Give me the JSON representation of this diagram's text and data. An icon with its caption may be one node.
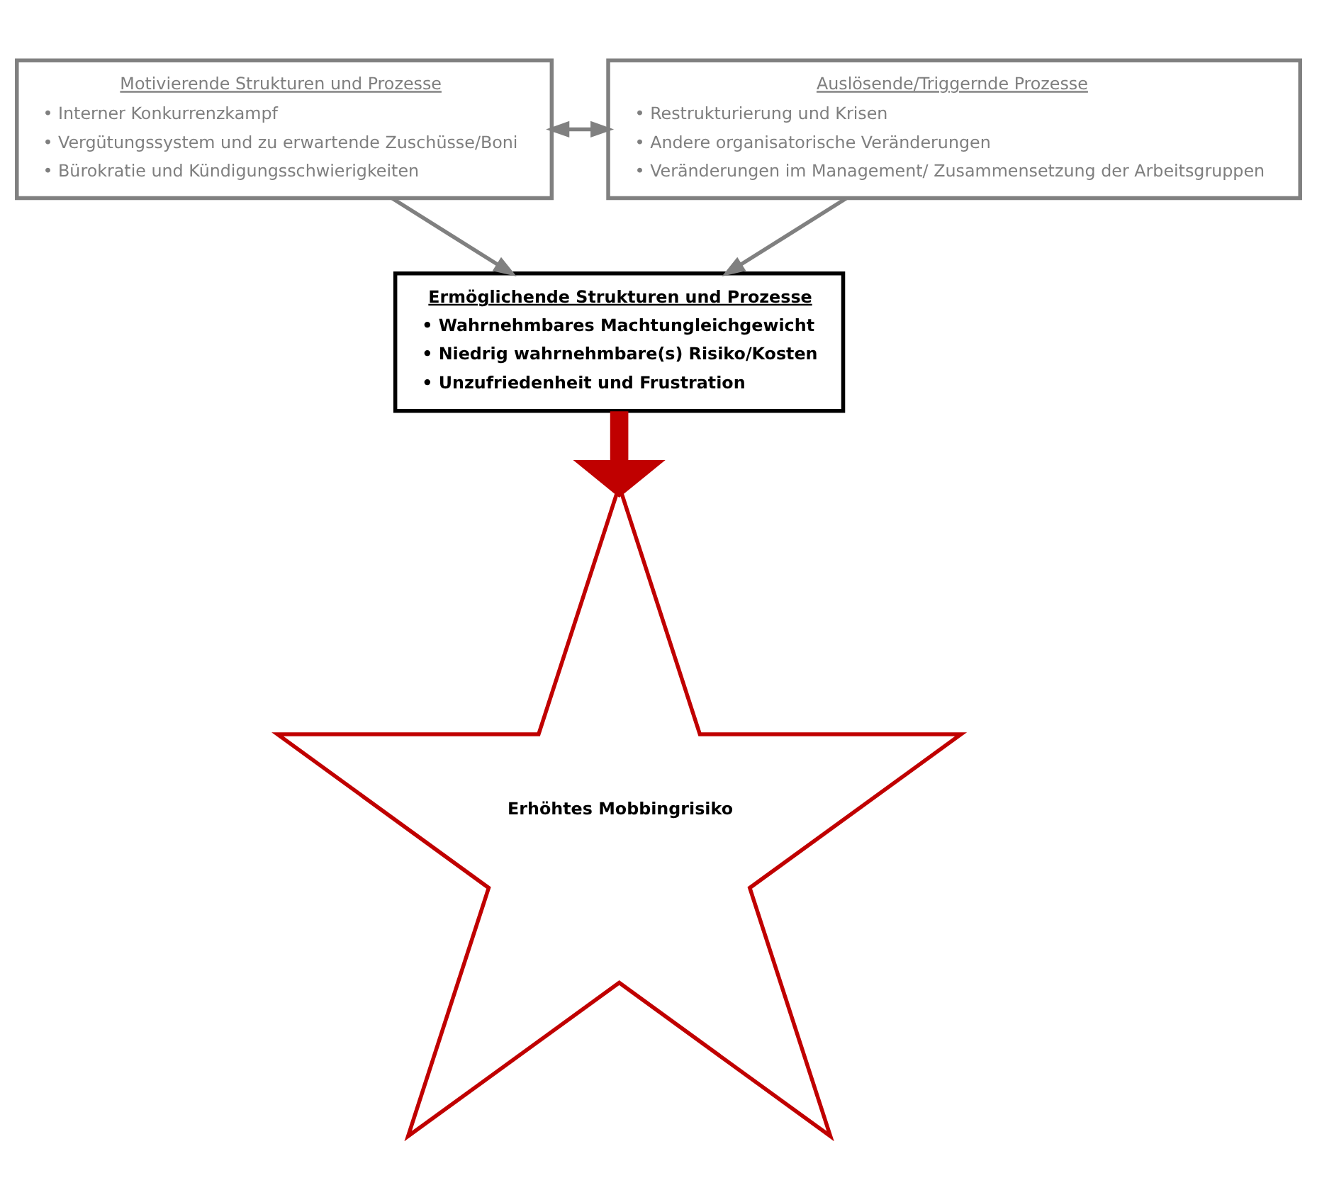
{
  "diagram": {
    "nodes": [
      {
        "text": [
          "Motivierende Strukturen und Prozesse",
          "• Interner Konkurrenzkampf",
          "• Vergütungssystem und zu erwartende Zuschüsse/Boni",
          "• Bürokratie und Kündigungsschwierigkeiten"
        ]
      },
      {
        "text": [
          "Auslösende/Triggernde Prozesse",
          "• Restrukturierung und Krisen",
          "• Andere organisatorische Veränderungen",
          "• Veränderungen im Management/ Zusammensetzung der Arbeitsgruppen"
        ]
      },
      {
        "text": [
          "Ermöglichende Strukturen und Prozesse",
          "• Wahrnehmbares Machtungleichgewicht",
          "• Niedrig wahrnehmbare(s) Risiko/Kosten",
          "• Unzufriedenheit und Frustration"
        ]
      },
      {
        "text": [
          "Erhöhtes Mobbingrisiko"
        ]
      }
    ],
    "edges": [
      {
        "from": 0,
        "to": 1,
        "arrow": "both"
      },
      {
        "from": 0,
        "to": 2,
        "arrow": "to"
      },
      {
        "from": 1,
        "to": 2,
        "arrow": "to"
      },
      {
        "from": 2,
        "to": 3,
        "arrow": "to",
        "style": "thick",
        "color": "#c00000"
      }
    ]
  }
}
